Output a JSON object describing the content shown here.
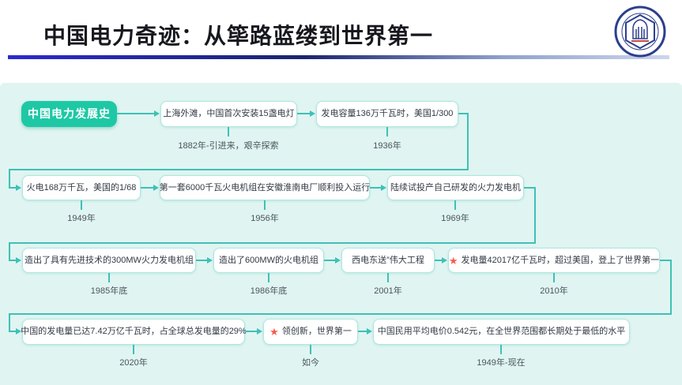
{
  "header": {
    "title": "中国电力奇迹：从筚路蓝缕到世界第一",
    "logo_ring_text": "ANHUI UNIVERSITY OF TECHNOLOGY"
  },
  "icons": {
    "star": "★"
  },
  "colors": {
    "accent_green": "#1ec8a5",
    "line_teal": "#3fc0b8",
    "panel_bg": "#e0f5f1",
    "star_red": "#f75c4c",
    "underline_blue": "#2a2ad0"
  },
  "flowchart": {
    "nodes": [
      {
        "text": "中国电力发展史",
        "year": ""
      },
      {
        "text": "上海外滩，中国首次安装15盏电灯",
        "year": "1882年-引进来，艰辛探索"
      },
      {
        "text": "发电容量136万千瓦时，美国1/300",
        "year": "1936年"
      },
      {
        "text": "火电168万千瓦，美国的1/68",
        "year": "1949年"
      },
      {
        "text": "第一套6000千瓦火电机组在安徽淮南电厂顺利投入运行",
        "year": "1956年"
      },
      {
        "text": "陆续试投产自己研发的火力发电机",
        "year": "1969年"
      },
      {
        "text": "造出了具有先进技术的300MW火力发电机组",
        "year": "1985年底"
      },
      {
        "text": "造出了600MW的火电机组",
        "year": "1986年底"
      },
      {
        "text": "西电东送”伟大工程",
        "year": "2001年"
      },
      {
        "text": "发电量42017亿千瓦时，超过美国，登上了世界第一",
        "year": "2010年",
        "star": true
      },
      {
        "text": "中国的发电量已达7.42万亿千瓦时，占全球总发电量的29%",
        "year": "2020年"
      },
      {
        "text": "领创新，世界第一",
        "year": "如今",
        "star": true
      },
      {
        "text": "中国民用平均电价0.542元，在全世界范围都长期处于最低的水平",
        "year": "1949年-现在"
      }
    ]
  }
}
